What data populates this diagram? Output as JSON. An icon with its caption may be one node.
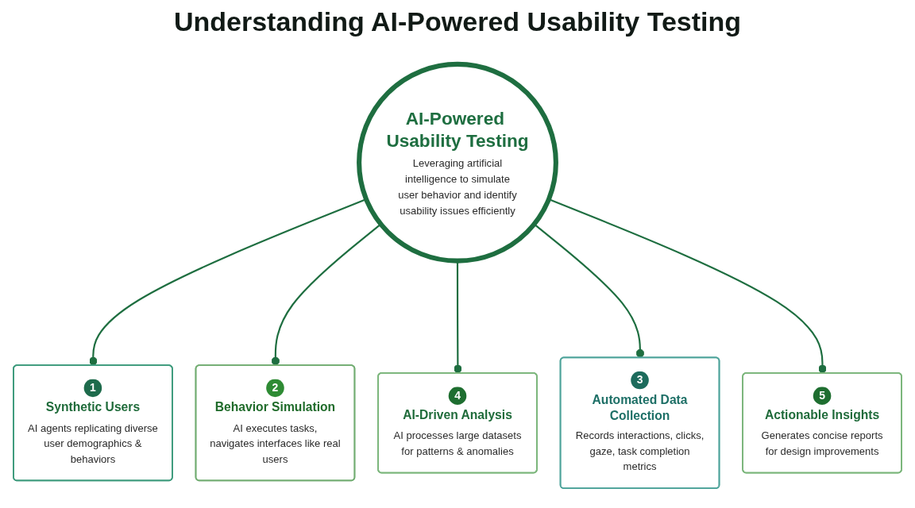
{
  "diagram": {
    "title": "Understanding AI-Powered Usability Testing",
    "nodes": [
      {
        "text": [
          "1",
          "Synthetic Users",
          "AI agents replicating diverse user demographics & behaviors"
        ]
      },
      {
        "text": [
          "AI-Powered Usability Testing",
          "Leveraging artificial intelligence to simulate user behavior and identify usability issues efficiently"
        ]
      },
      {
        "text": [
          "2",
          "Behavior Simulation",
          "AI executes tasks, navigates interfaces like real users"
        ]
      },
      {
        "text": [
          "4",
          "AI-Driven Analysis",
          "AI processes large datasets for patterns & anomalies"
        ]
      },
      {
        "text": [
          "3",
          "Automated Data Collection",
          "Records interactions, clicks, gaze, task completion metrics"
        ]
      },
      {
        "text": [
          "5",
          "Actionable Insights",
          "Generates concise reports for design improvements"
        ]
      }
    ],
    "edges": [
      {
        "from": 1,
        "to": 0,
        "arrow": "other"
      },
      {
        "from": 1,
        "to": 2,
        "arrow": "other"
      },
      {
        "from": 1,
        "to": 3,
        "arrow": "other"
      },
      {
        "from": 1,
        "to": 4,
        "arrow": "other"
      },
      {
        "from": 1,
        "to": 5,
        "arrow": "other"
      }
    ]
  }
}
